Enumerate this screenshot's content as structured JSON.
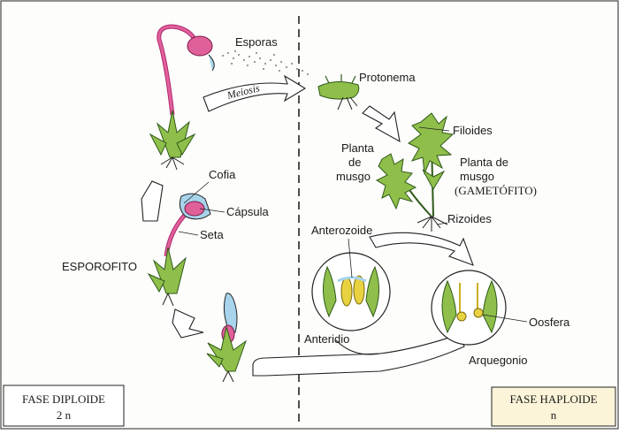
{
  "labels": {
    "esporas": "Esporas",
    "meiosis": "Meiosis",
    "protonema": "Protonema",
    "filoides": "Filoides",
    "planta_musgo_left_1": "Planta",
    "planta_musgo_left_2": "de",
    "planta_musgo_left_3": "musgo",
    "planta_musgo_right_1": "Planta de",
    "planta_musgo_right_2": "musgo",
    "planta_musgo_right_3": "(GAMETÓFITO)",
    "rizoides": "Rizoides",
    "cofia": "Cofia",
    "capsula": "Cápsula",
    "seta": "Seta",
    "esporofito": "ESPOROFITO",
    "anterozoide": "Anterozoide",
    "anteridio": "Anteridio",
    "oosfera": "Oosfera",
    "arquegonio": "Arquegonio"
  },
  "phases": {
    "diploid_title": "FASE DIPLOIDE",
    "diploid_ploidy": "2 n",
    "haploid_title": "FASE HAPLOIDE",
    "haploid_ploidy": "n"
  },
  "colors": {
    "leaf_green": "#8fbf4a",
    "leaf_dark": "#2f5a1a",
    "pink": "#e0609a",
    "capsule_blue": "#a8d4ec",
    "yellow": "#e8d240"
  }
}
